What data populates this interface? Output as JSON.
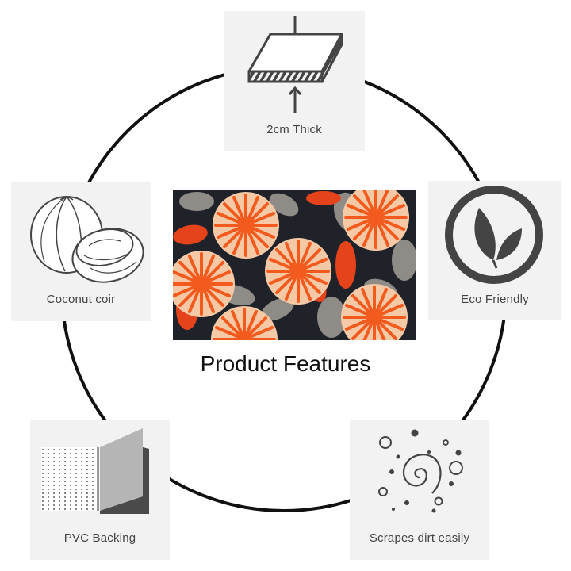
{
  "title": "Product Features",
  "features": {
    "thickness": {
      "label": "2cm Thick",
      "icon": "compressed-layer-icon"
    },
    "material": {
      "label": "Coconut coir",
      "icon": "coconut-icon"
    },
    "eco": {
      "label": "Eco Friendly",
      "icon": "leaf-icon"
    },
    "backing": {
      "label": "PVC Backing",
      "icon": "backing-sheet-icon"
    },
    "scrape": {
      "label": "Scrapes dirt easily",
      "icon": "dirt-swirl-icon"
    }
  },
  "product_image": {
    "icon": "floral-coir-doormat-image"
  },
  "colors": {
    "ring": "#111111",
    "card": "#f2f2f2",
    "icon": "#444444",
    "mat_background": "#1f2229",
    "flower_orange": "#f25a1e",
    "flower_peach": "#f6c9a6",
    "leaf_grey": "#8f8b86",
    "leaf_red": "#e5431b"
  }
}
